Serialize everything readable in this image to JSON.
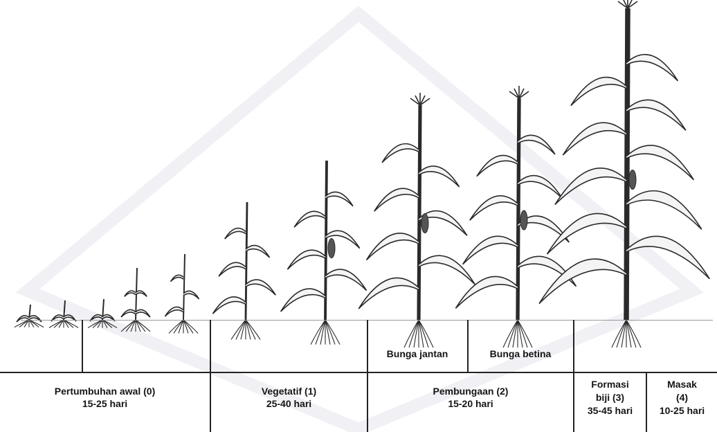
{
  "stages": [
    {
      "name": "Pertumbuhan awal (0)",
      "duration": "15-25 hari"
    },
    {
      "name": "Vegetatif (1)",
      "duration": "25-40 hari"
    },
    {
      "name": "Pembungaan (2)",
      "duration": "15-20 hari"
    },
    {
      "name_line1": "Formasi",
      "name_line2": "biji (3)",
      "duration": "35-45 hari"
    },
    {
      "name_line1": "Masak",
      "name_line2": "(4)",
      "duration": "10-25 hari"
    }
  ],
  "substages": {
    "male_flower": "Bunga jantan",
    "female_flower": "Bunga betina"
  },
  "colors": {
    "ink": "#222222",
    "watermark": "#e6e6ee"
  }
}
